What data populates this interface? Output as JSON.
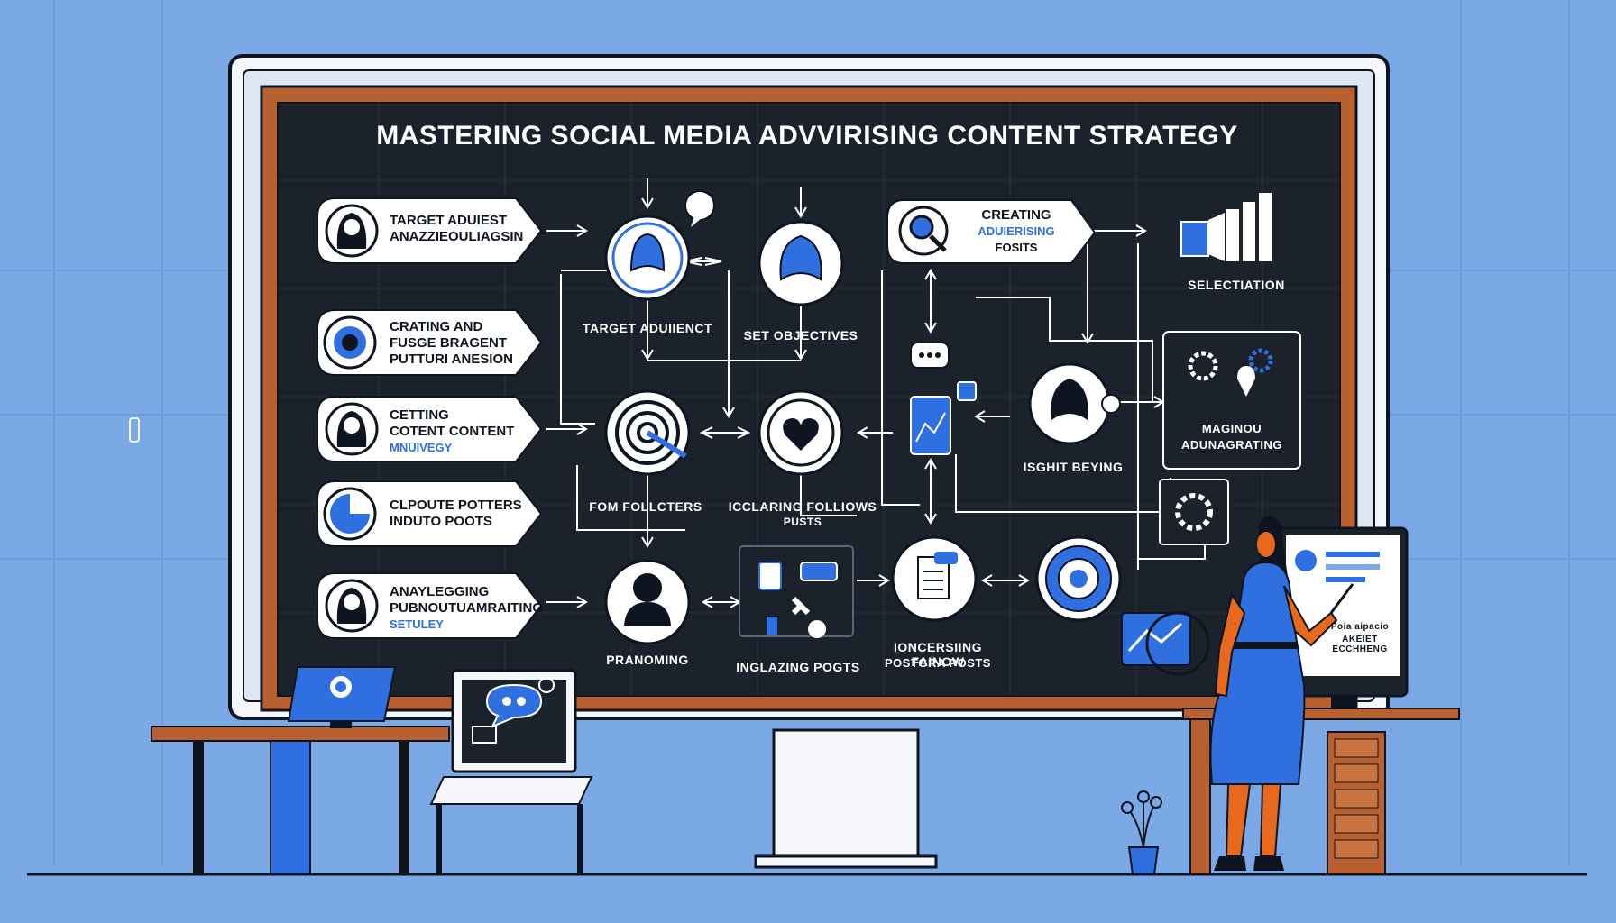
{
  "board": {
    "title": "MASTERING SOCIAL MEDIA ADVVIRISING CONTENT STRATEGY"
  },
  "pills": [
    {
      "line1": "TARGET ADUIEST",
      "line2": "ANAZZIEOULIAGSIN",
      "line3": ""
    },
    {
      "line1": "CRATING AND",
      "line2": "FUSGE BRAGENT",
      "line3": "PUTTURI ANESION"
    },
    {
      "line1": "CETTING",
      "line2": "COTENT CONTENT",
      "line3": "MNUIVEGY"
    },
    {
      "line1": "CLPOUTE POTTERS",
      "line2": "INDUTO POOTS",
      "line3": ""
    },
    {
      "line1": "ANAYLEGGING",
      "line2": "PUBNOUTUAMRAITING",
      "line3": "SETULEY"
    }
  ],
  "center_labels": {
    "target": "TARGET ADUIIENCT",
    "objectives": "SET OBJECTIVES",
    "followers": "FOM FOLLCTERS",
    "increasing_1": "ICCLARING FOLLIOWS",
    "increasing_2": "PUSTS",
    "promoting": "PRANOMING",
    "including": "INGLAZING POGTS",
    "forecasting_1": "IONCERSIING FAINOW",
    "forecasting_2": "POSTGRA POSTS"
  },
  "right_panel": {
    "creating_1": "CREATING",
    "creating_2": "ADUIERISING",
    "creating_3": "FOSITS",
    "selectation": "SELECTIATION",
    "insight": "ISGHIT BEYING",
    "magnum_1": "MAGINOU",
    "magnum_2": "ADUNAGRATING",
    "monitor_1": "Poia aipacio",
    "monitor_2": "AKEIET ECCHHENG"
  },
  "colors": {
    "background": "#7ba9e6",
    "board": "#1b222b",
    "board_frame": "#b8602f",
    "accent": "#2f6fe0",
    "pill": "#ffffff"
  }
}
